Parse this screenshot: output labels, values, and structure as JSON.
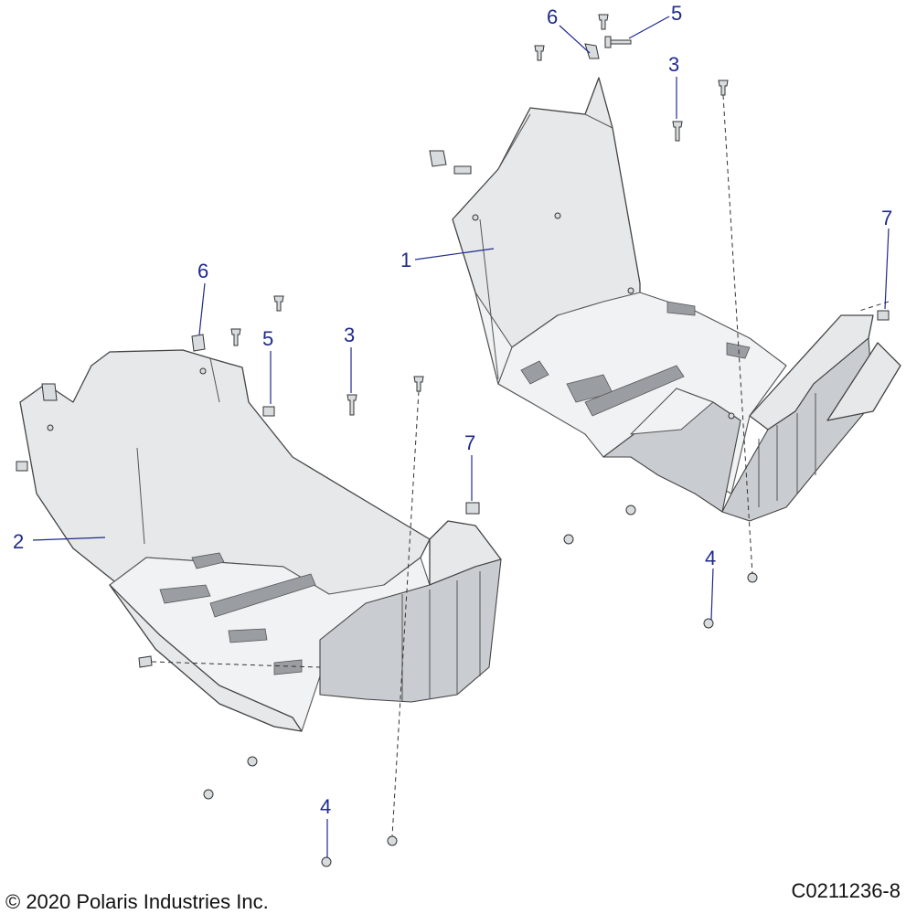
{
  "footer": {
    "copyright": "© 2020 Polaris Industries Inc.",
    "drawing_number": "C0211236-8"
  },
  "callouts": [
    {
      "id": "r6",
      "label": "6"
    },
    {
      "id": "r5",
      "label": "5"
    },
    {
      "id": "r3",
      "label": "3"
    },
    {
      "id": "r7",
      "label": "7"
    },
    {
      "id": "r1",
      "label": "1"
    },
    {
      "id": "r4",
      "label": "4"
    },
    {
      "id": "l6",
      "label": "6"
    },
    {
      "id": "l5",
      "label": "5"
    },
    {
      "id": "l3",
      "label": "3"
    },
    {
      "id": "l7",
      "label": "7"
    },
    {
      "id": "l2",
      "label": "2"
    },
    {
      "id": "l4",
      "label": "4"
    }
  ],
  "colors": {
    "callout": "#1f2a8c",
    "linework": "#444444"
  }
}
